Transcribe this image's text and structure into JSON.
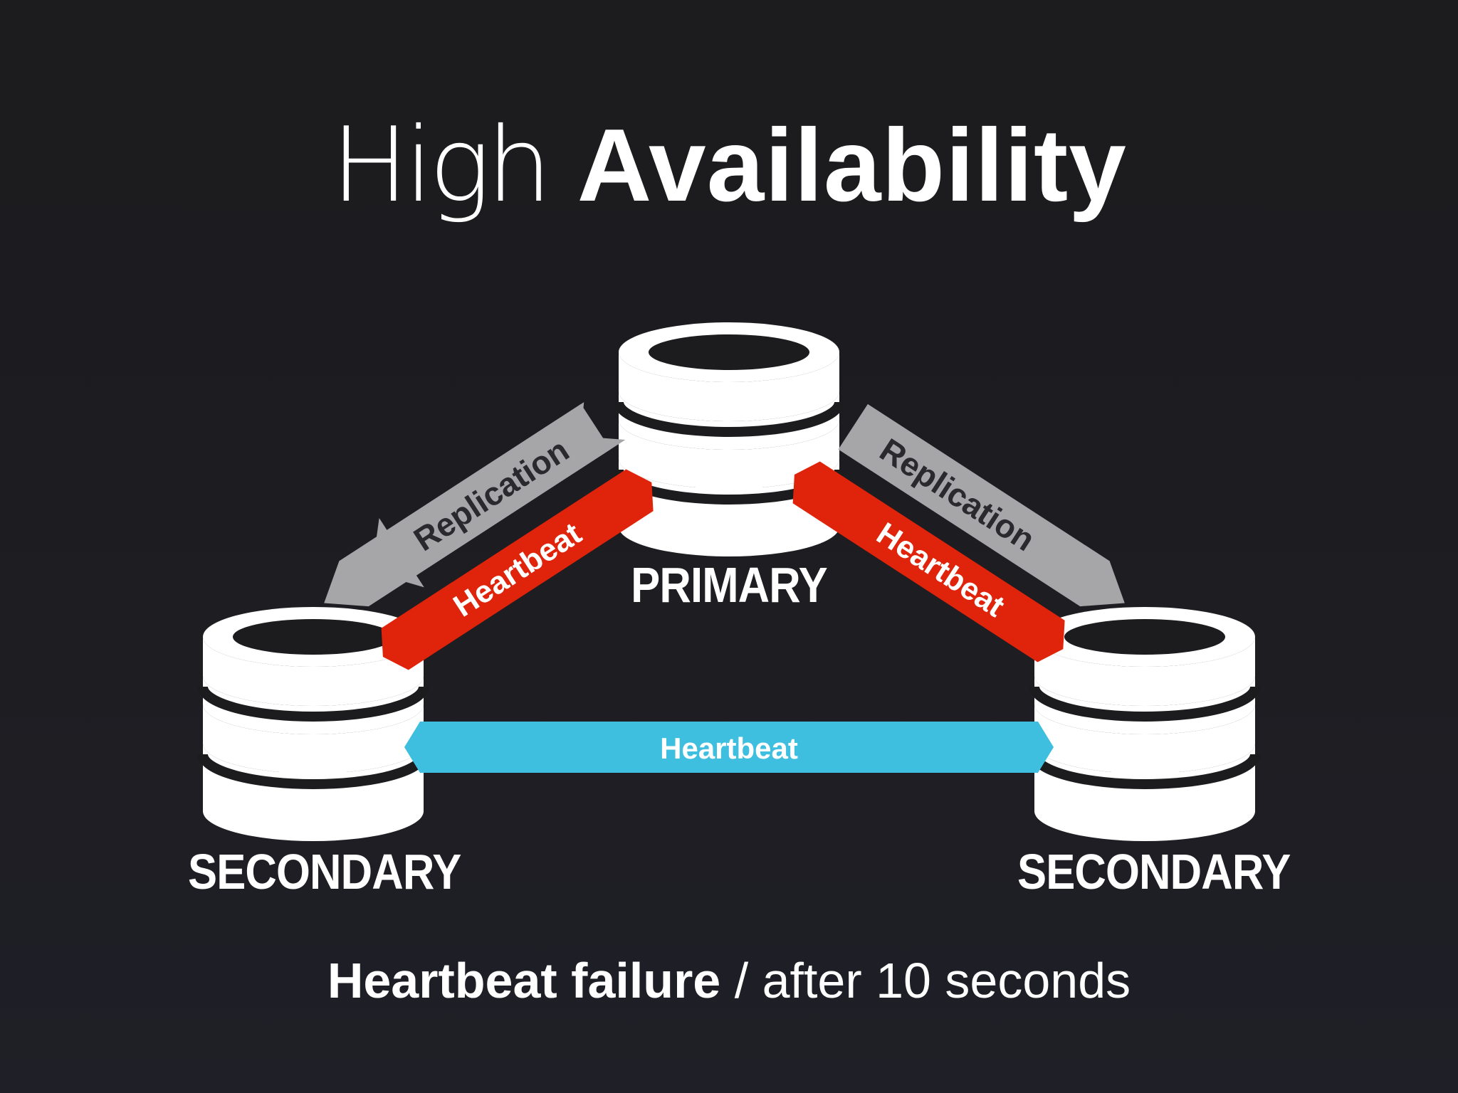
{
  "title": {
    "light": "High",
    "bold": "Availability"
  },
  "nodes": {
    "primary": "PRIMARY",
    "secondary_left": "SECONDARY",
    "secondary_right": "SECONDARY"
  },
  "links": {
    "replication_left": "Replication",
    "heartbeat_left": "Heartbeat",
    "replication_right": "Replication",
    "heartbeat_right": "Heartbeat",
    "heartbeat_bottom": "Heartbeat"
  },
  "footer": {
    "strong": "Heartbeat failure",
    "rest": " / after 10 seconds"
  },
  "colors": {
    "background": "#1c1c1e",
    "database": "#ffffff",
    "replication": "#a6a6a8",
    "heartbeat_red": "#e0230b",
    "heartbeat_blue": "#3fbfdf"
  }
}
